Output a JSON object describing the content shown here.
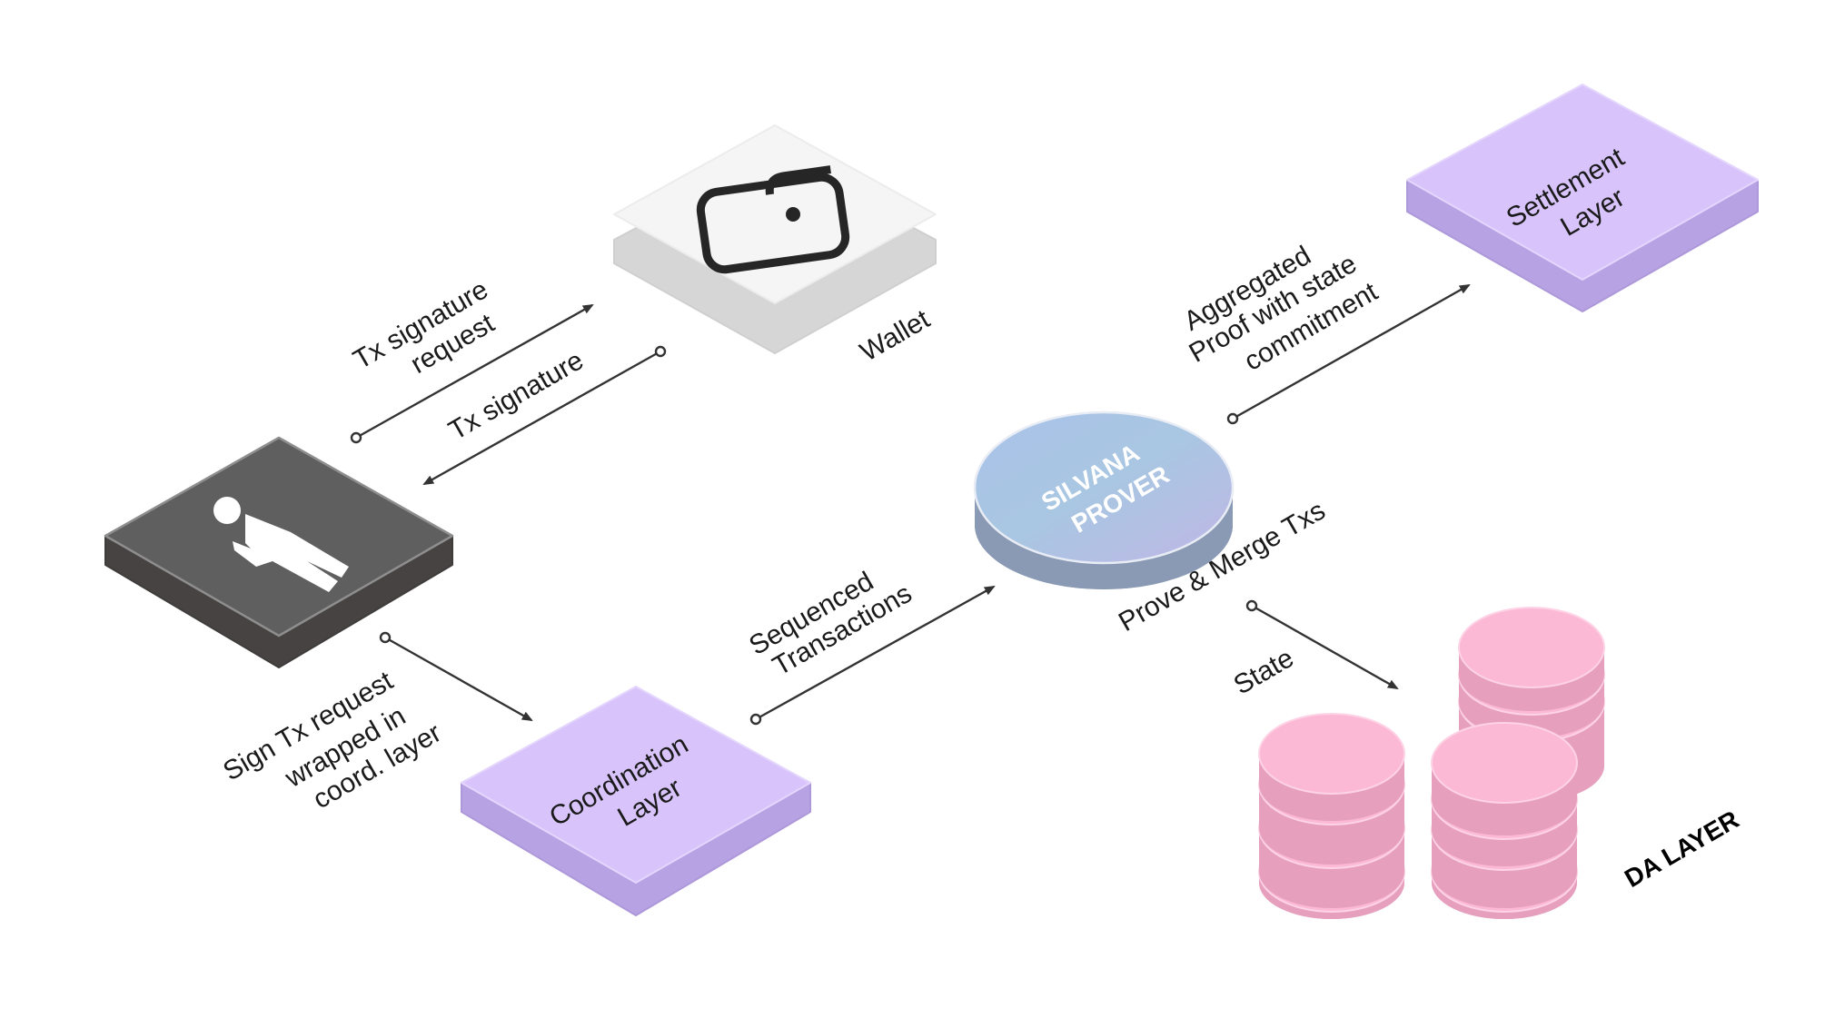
{
  "nodes": {
    "wallet": "Wallet",
    "settlement_line1": "Settlement",
    "settlement_line2": "Layer",
    "coordination_line1": "Coordination",
    "coordination_line2": "Layer",
    "prover_line1": "SILVANA",
    "prover_line2": "PROVER",
    "da_layer": "DA LAYER"
  },
  "edges": {
    "tx_request_line1": "Tx signature",
    "tx_request_line2": "request",
    "tx_signature": "Tx signature",
    "sign_tx_line1": "Sign Tx request",
    "sign_tx_line2": "wrapped in",
    "sign_tx_line3": "coord. layer",
    "sequenced_line1": "Sequenced",
    "sequenced_line2": "Transactions",
    "aggregated_line1": "Aggregated",
    "aggregated_line2": "Proof with state",
    "aggregated_line3": "commitment",
    "prove_merge": "Prove & Merge Txs",
    "state": "State"
  },
  "colors": {
    "purple_top": "#d8c4fb",
    "purple_side": "#b7a2e3",
    "dark_top": "#5f5f5f",
    "dark_side": "#474343",
    "white_top": "#f5f5f5",
    "white_side": "#d6d6d6",
    "pink_top": "#fbb9d6",
    "pink_side": "#e6a0bd"
  }
}
